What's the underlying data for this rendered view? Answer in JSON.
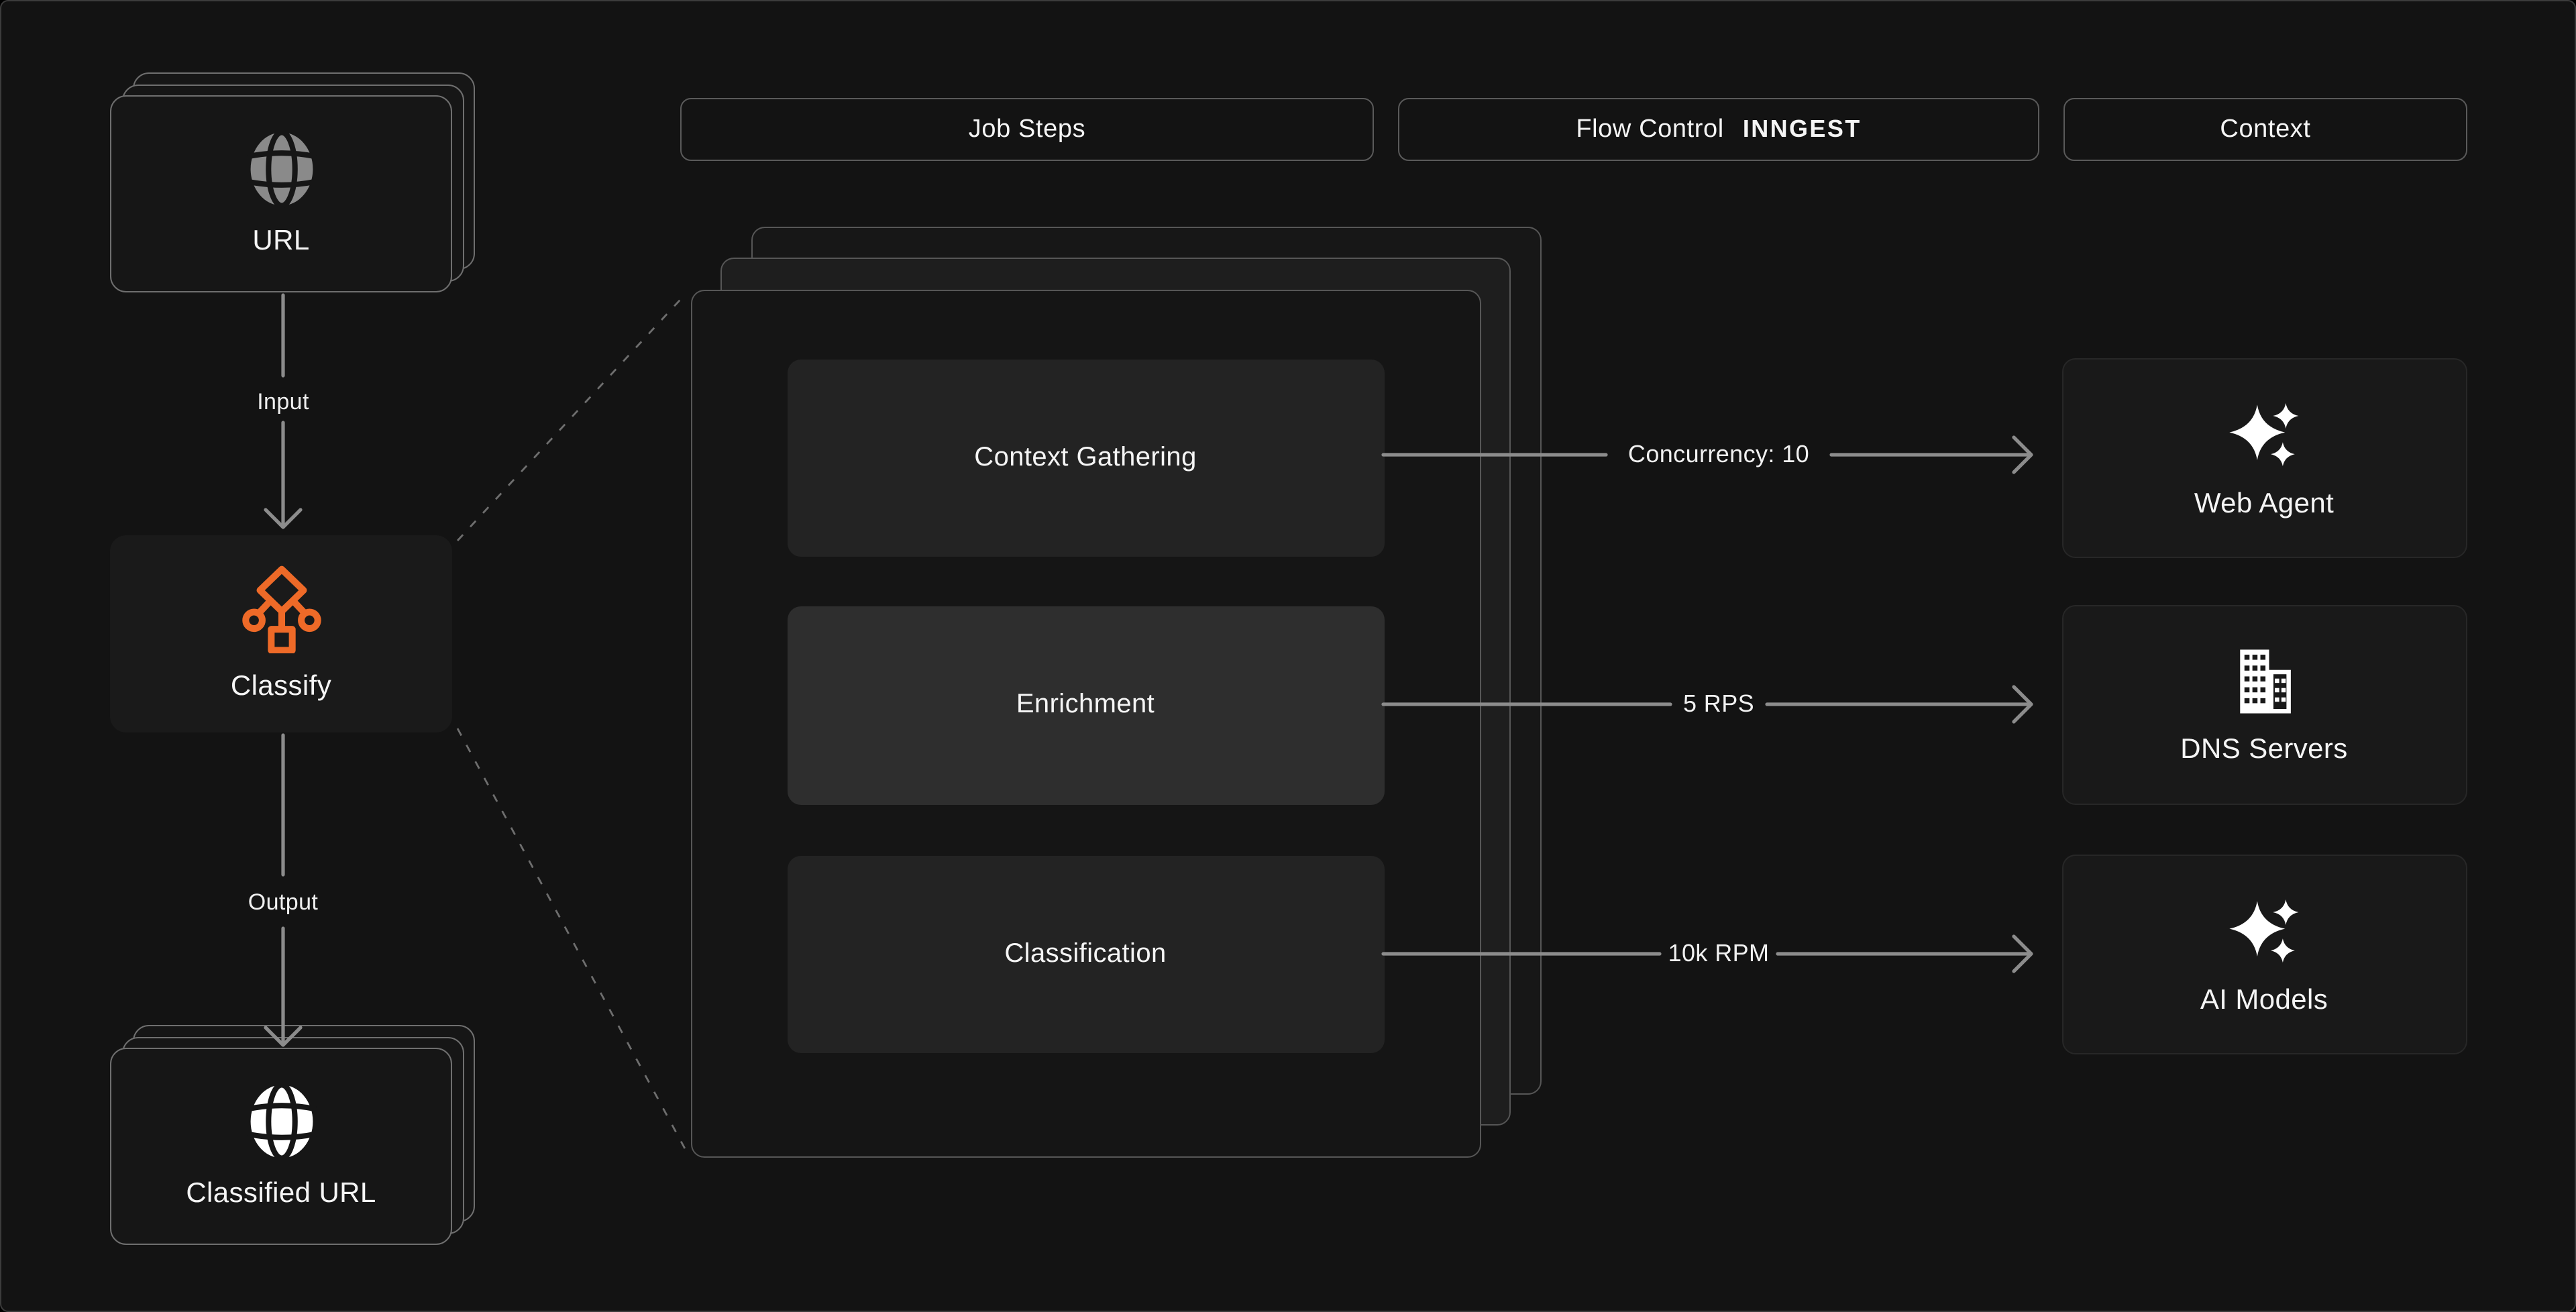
{
  "colors": {
    "bg": "#131313",
    "frame": "#3c3c3c",
    "card": "#161616",
    "card2": "#1a1a1a",
    "service-bg": "#191919",
    "panel-back": "#171717",
    "panel-mid": "#1e1e1e",
    "panel-front": "#151515",
    "step": "#232323",
    "step-hi": "#2e2e2e",
    "line": "#8c8c8c",
    "dash": "#6e6e6e",
    "border": "#6f6f6f",
    "panel-border": "#565656",
    "header-border": "#5a5a5a",
    "accent": "#ee6a28",
    "text": "#f5f5f5",
    "muted-icon": "#8a8a8a"
  },
  "headers": {
    "job_steps": "Job Steps",
    "flow_control": "Flow Control",
    "flow_control_logo": "INNGEST",
    "context": "Context"
  },
  "pipeline": {
    "input_card": {
      "label": "URL",
      "icon": "globe-icon"
    },
    "input_label": "Input",
    "classify_card": {
      "label": "Classify",
      "icon": "classify-tree-icon"
    },
    "output_label": "Output",
    "output_card": {
      "label": "Classified URL",
      "icon": "globe-icon"
    }
  },
  "job_steps": [
    {
      "label": "Context Gathering",
      "highlighted": false
    },
    {
      "label": "Enrichment",
      "highlighted": true
    },
    {
      "label": "Classification",
      "highlighted": false
    }
  ],
  "flow_controls": [
    {
      "label": "Concurrency: 10"
    },
    {
      "label": "5 RPS"
    },
    {
      "label": "10k RPM"
    }
  ],
  "context_services": [
    {
      "label": "Web Agent",
      "icon": "sparkles-icon"
    },
    {
      "label": "DNS Servers",
      "icon": "building-icon"
    },
    {
      "label": "AI Models",
      "icon": "sparkles-icon"
    }
  ]
}
